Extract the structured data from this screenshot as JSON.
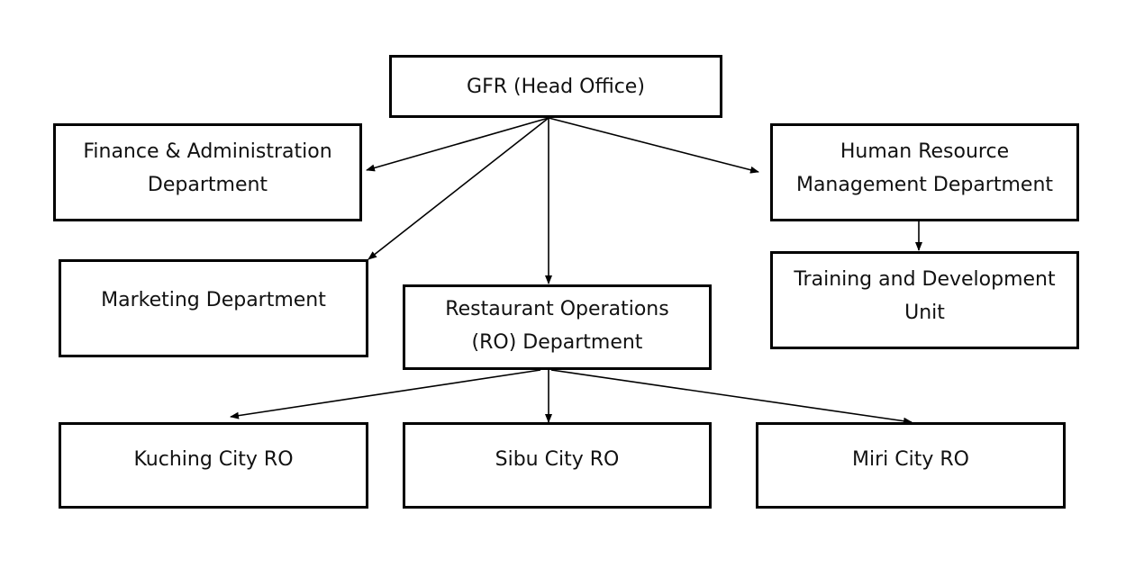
{
  "nodes": {
    "gfr": "GFR (Head Office)",
    "finance": "Finance & Administration\nDepartment",
    "marketing": "Marketing Department",
    "restaurant_ops": "Restaurant Operations\n(RO) Department",
    "hrm": "Human Resource\nManagement Department",
    "training": "Training and Development\nUnit",
    "kuching": "Kuching City RO",
    "sibu": "Sibu City RO",
    "miri": "Miri City RO"
  },
  "edges": [
    {
      "from": "gfr",
      "to": "finance"
    },
    {
      "from": "gfr",
      "to": "marketing"
    },
    {
      "from": "gfr",
      "to": "restaurant_ops"
    },
    {
      "from": "gfr",
      "to": "hrm"
    },
    {
      "from": "hrm",
      "to": "training"
    },
    {
      "from": "restaurant_ops",
      "to": "kuching"
    },
    {
      "from": "restaurant_ops",
      "to": "sibu"
    },
    {
      "from": "restaurant_ops",
      "to": "miri"
    }
  ]
}
